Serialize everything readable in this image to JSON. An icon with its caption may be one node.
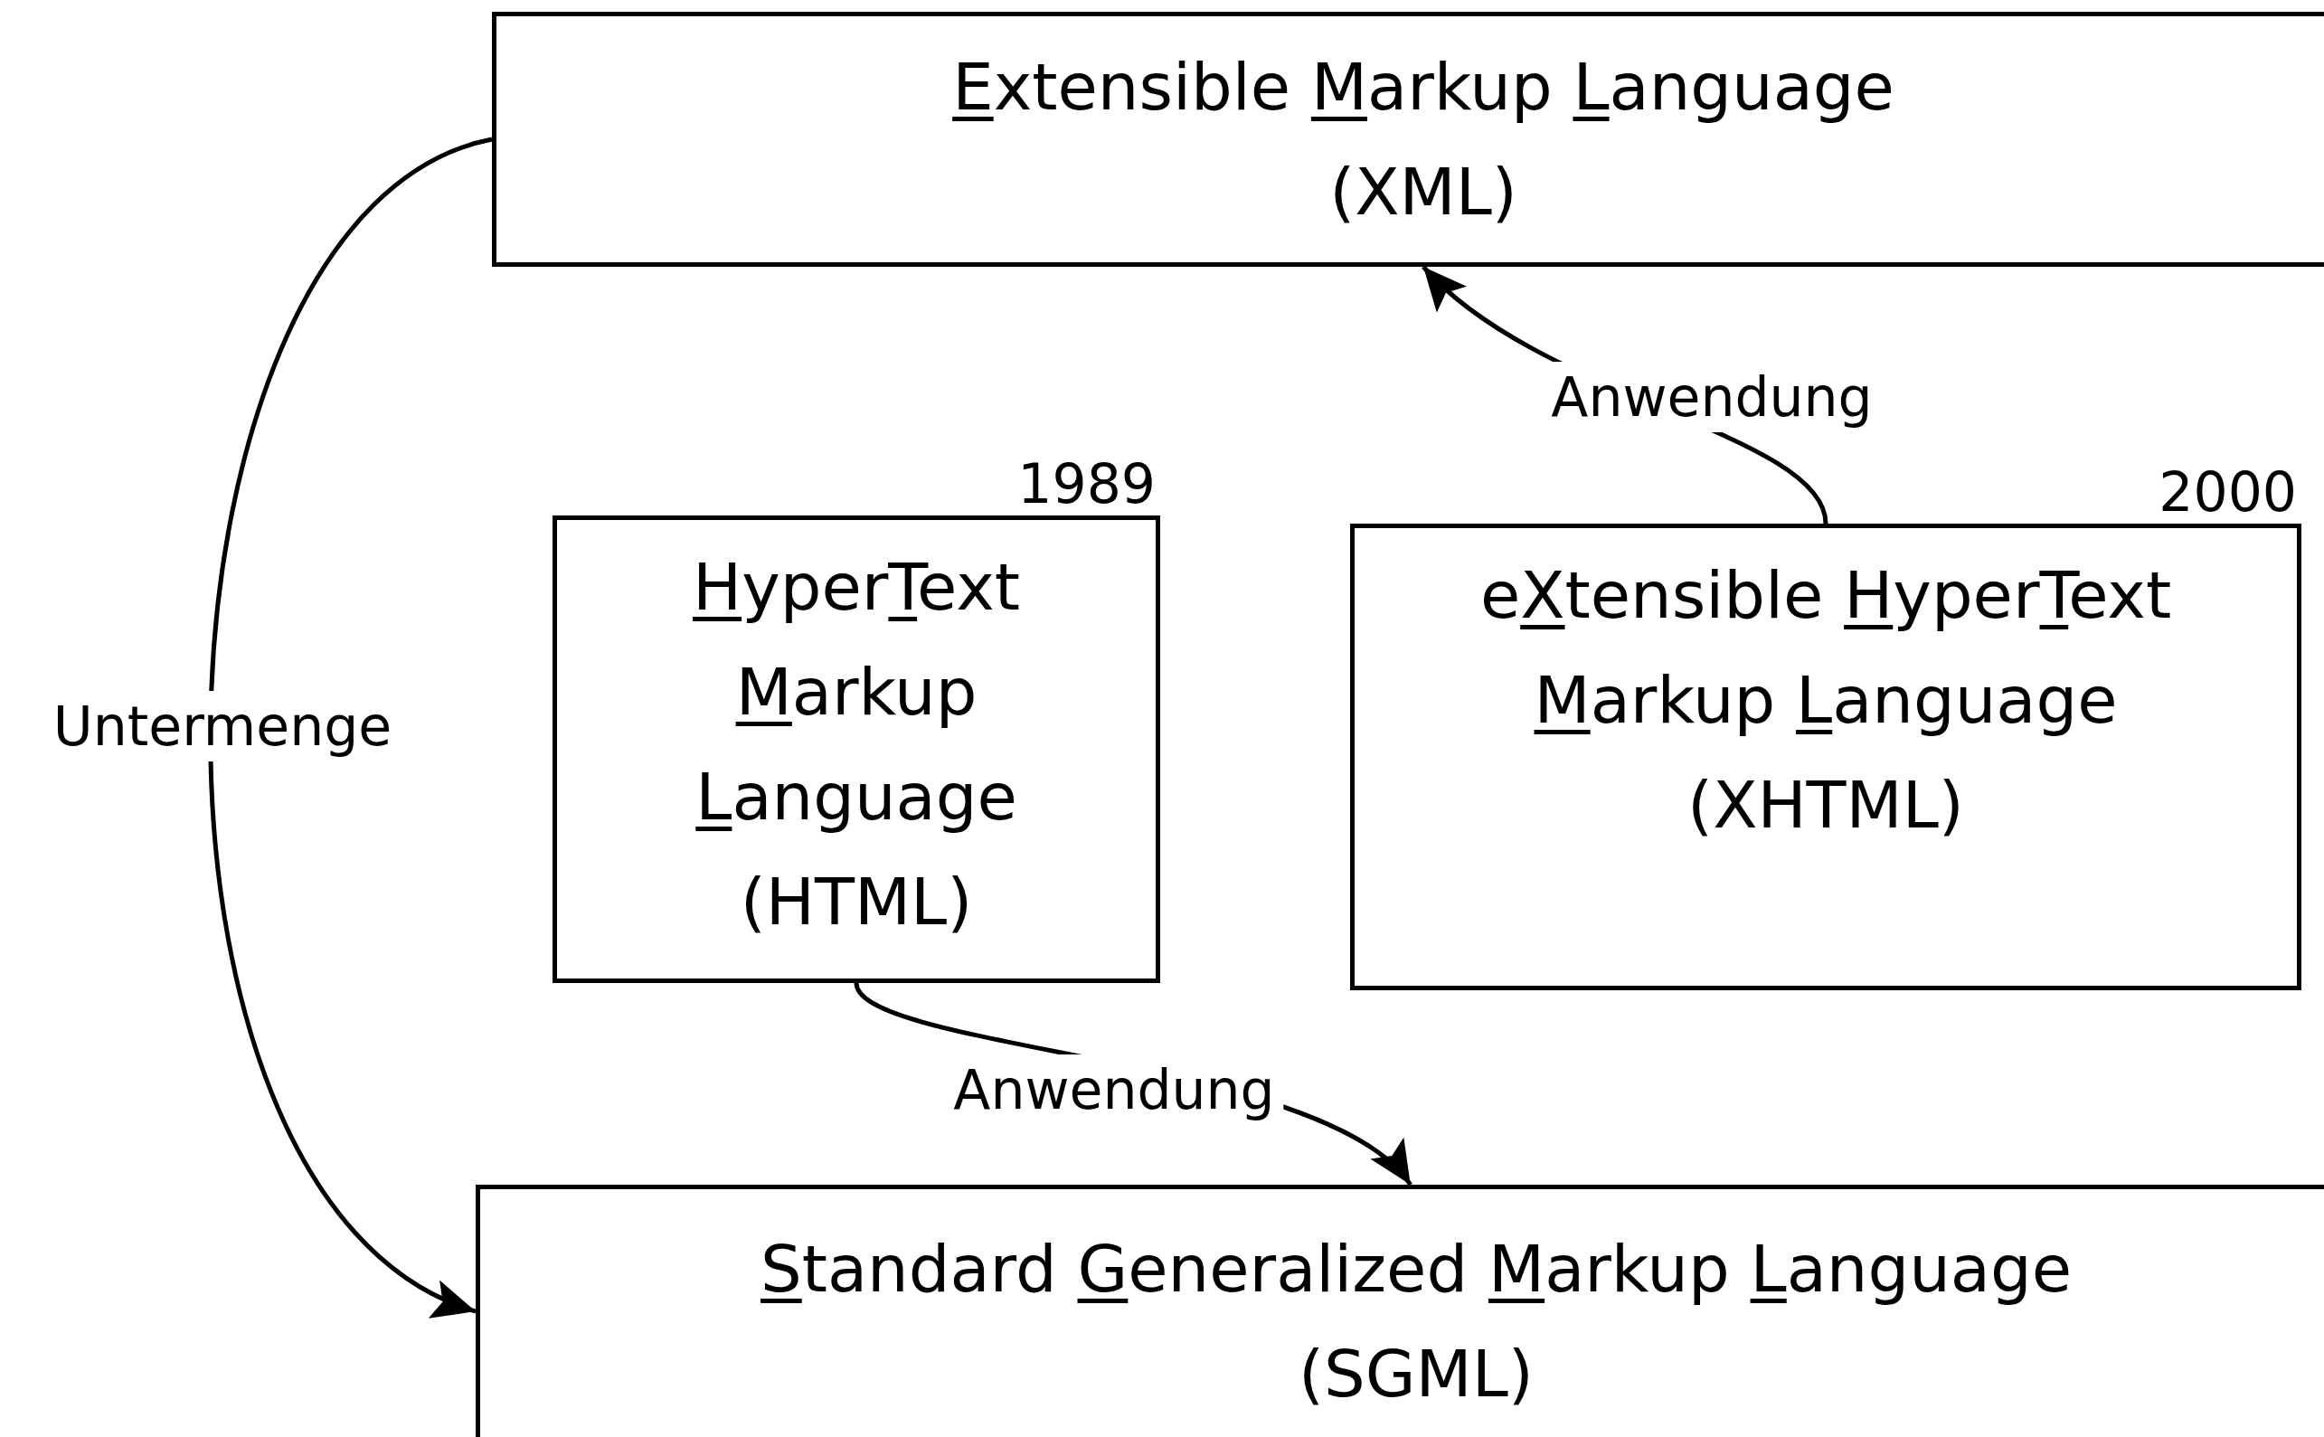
{
  "diagram": {
    "nodes": [
      {
        "text": [
          "Extensible Markup Language",
          "(XML)"
        ]
      },
      {
        "text": [
          "HyperText Markup Language",
          "(HTML)"
        ],
        "beside": [
          "1989"
        ]
      },
      {
        "text": [
          "eXtensible HyperText Markup Language",
          "(XHTML)"
        ],
        "beside": [
          "2000"
        ]
      },
      {
        "text": [
          "Standard Generalized Markup Language",
          "(SGML)"
        ]
      }
    ],
    "edges": [
      {
        "from": 0,
        "to": 3,
        "arrow": "to",
        "label": "Untermenge"
      },
      {
        "from": 2,
        "to": 0,
        "arrow": "to",
        "label": "Anwendung"
      },
      {
        "from": 1,
        "to": 3,
        "arrow": "to",
        "label": "Anwendung"
      }
    ]
  }
}
